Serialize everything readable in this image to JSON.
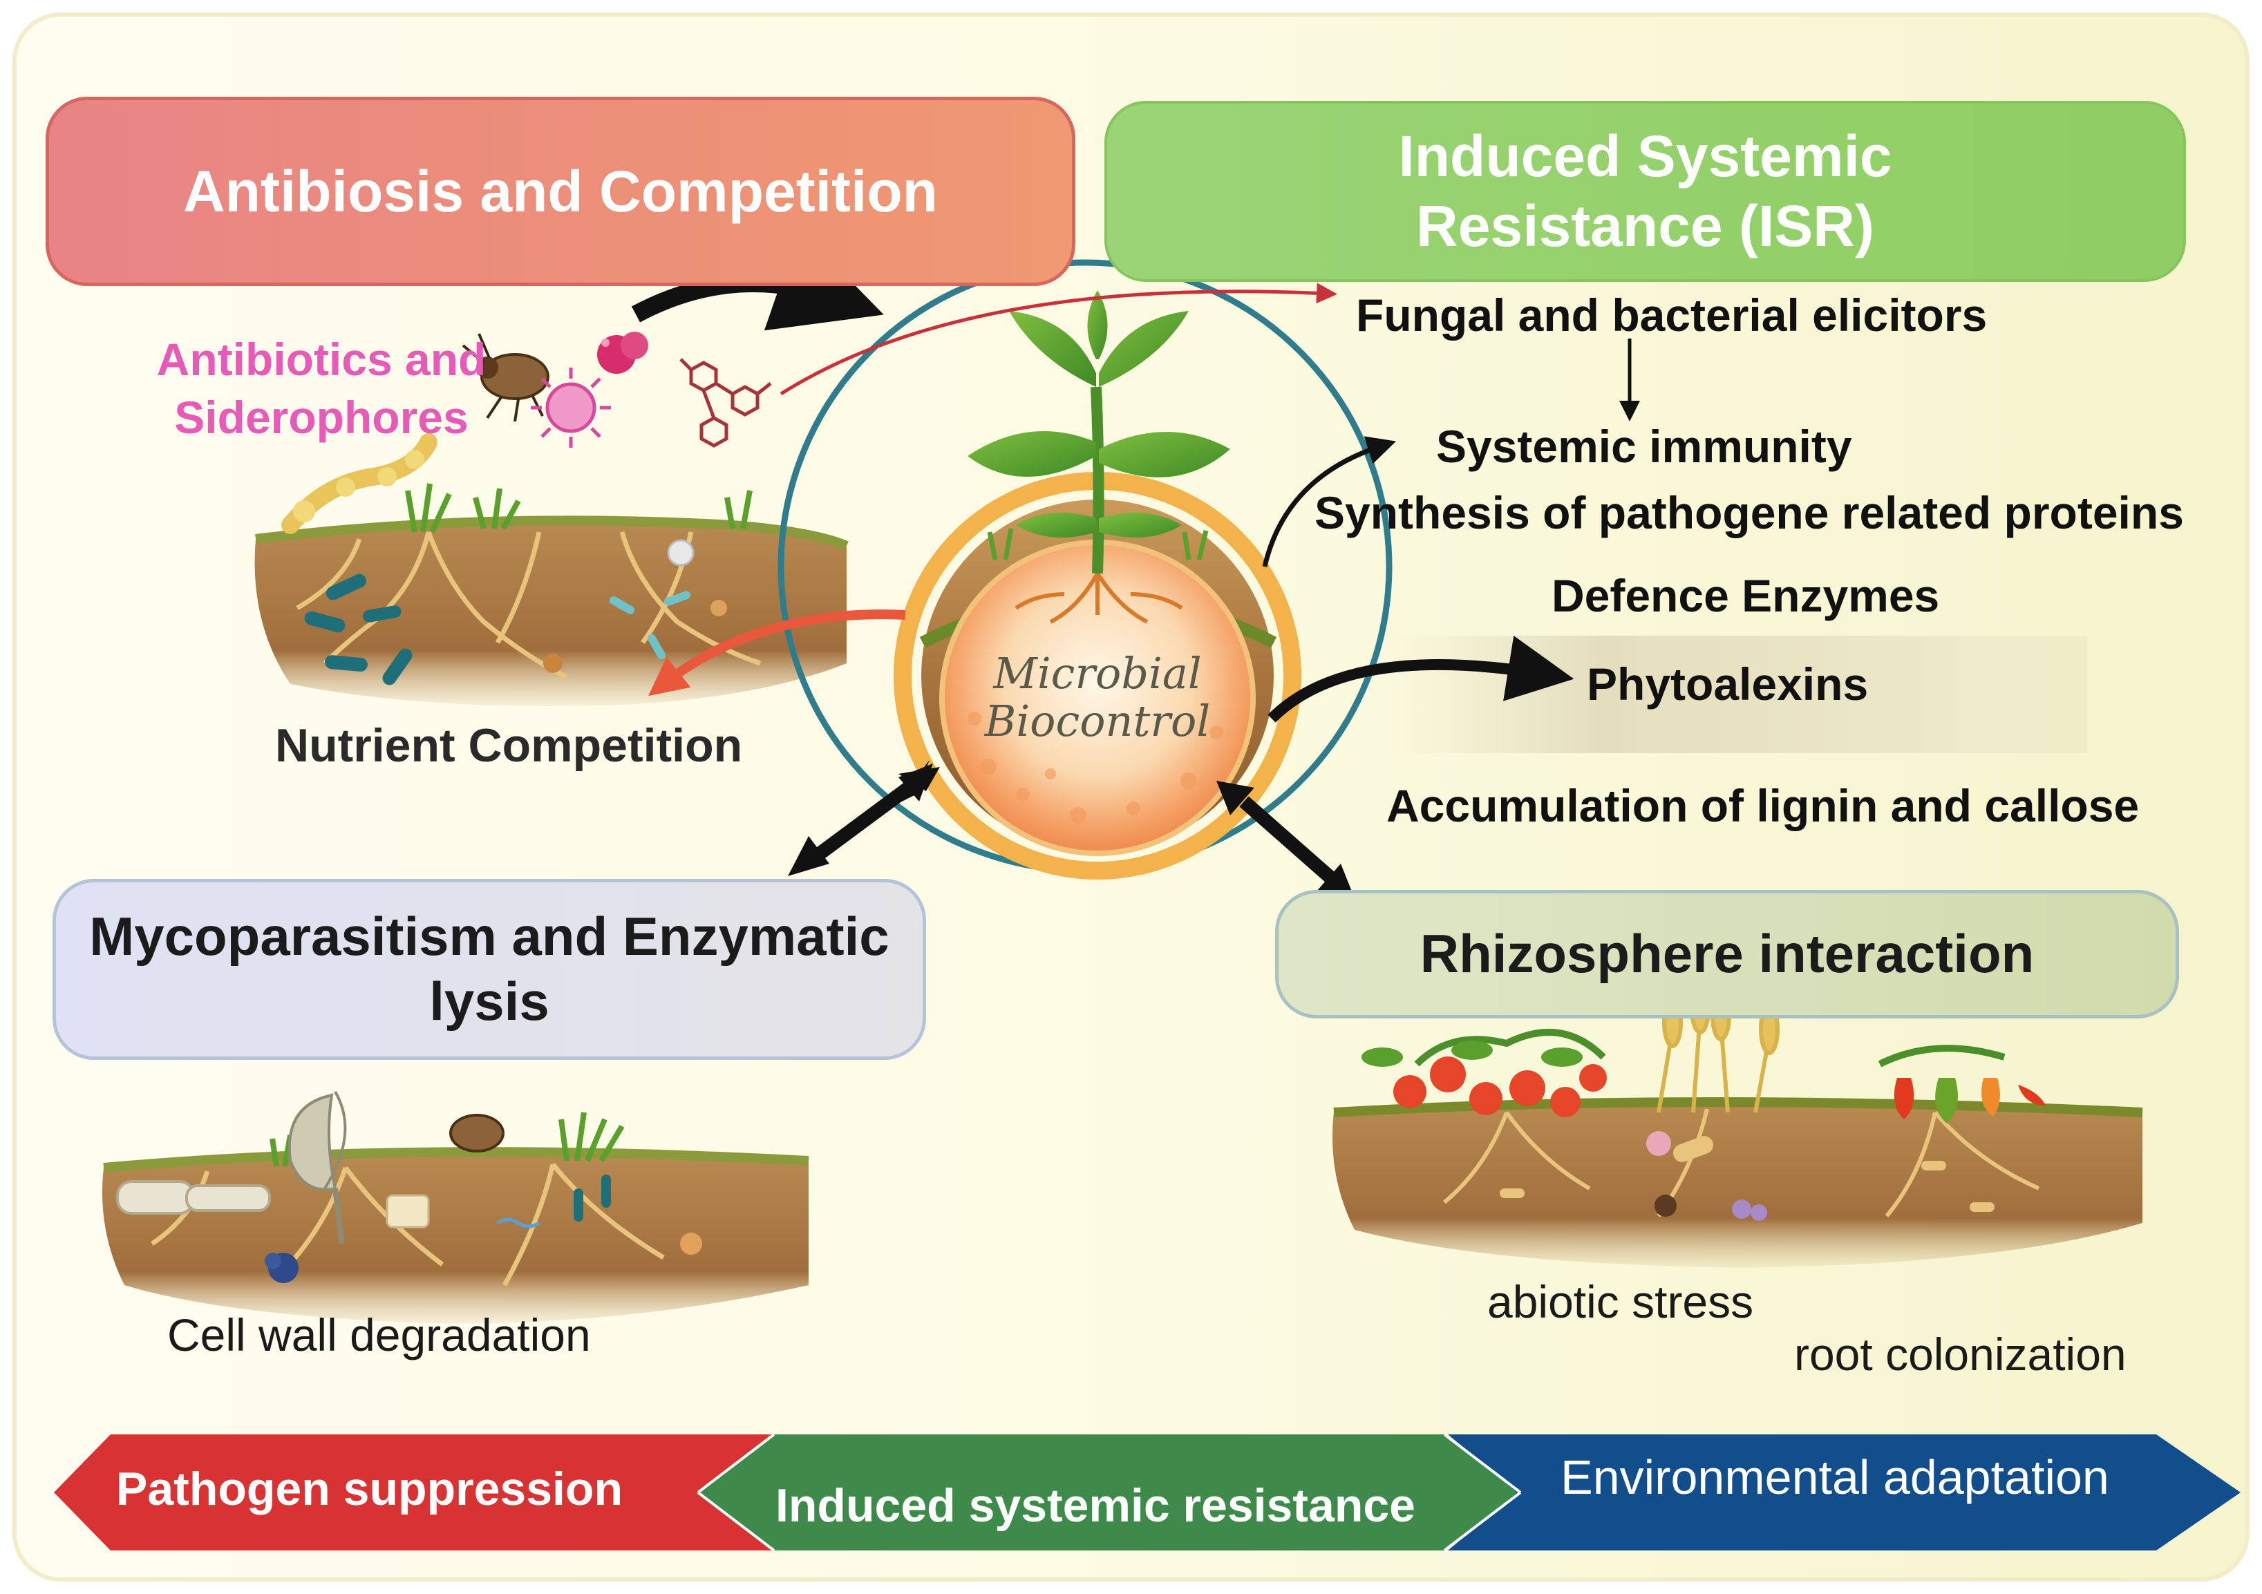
{
  "boxes": {
    "antibiosis": "Antibiosis and Competition",
    "isr": "Induced Systemic Resistance (ISR)",
    "myco": "Mycoparasitism and Enzymatic lysis",
    "rhizo": "Rhizosphere interaction"
  },
  "antibiosis": {
    "antibiotics": "Antibiotics and Siderophores",
    "nutrient": "Nutrient Competition"
  },
  "isr": {
    "elicitors": "Fungal and bacterial elicitors",
    "systemic": "Systemic immunity",
    "synthesis": "Synthesis of pathogene related proteins",
    "defence": "Defence Enzymes",
    "phytoalexins": "Phytoalexins",
    "lignin": "Accumulation of lignin and callose"
  },
  "center": {
    "label": "Microbial Biocontrol"
  },
  "myco": {
    "cellwall": "Cell wall degradation"
  },
  "rhizo": {
    "abiotic": "abiotic stress",
    "root": "root colonization"
  },
  "bottom_bar": {
    "pathogen": "Pathogen suppression",
    "induced": "Induced systemic resistance",
    "environment": "Environmental adaptation"
  },
  "colors": {
    "antibiosis": "#ec8a7c",
    "isr": "#94d16a",
    "myco": "#e1e2ee",
    "rhizo": "#d8e0b8",
    "pathogen_band": "#d93232",
    "induced_band": "#3d8a4b",
    "environment_band": "#124d8c",
    "circle_ring": "#2f7d8c",
    "pink_text": "#e75ab8"
  },
  "icons": [
    "plant-icon",
    "soil-cross-section-icon",
    "bacteria-icon",
    "insect-icon",
    "virus-icon",
    "molecule-icon",
    "fungus-icon",
    "vegetable-crops-icon"
  ]
}
